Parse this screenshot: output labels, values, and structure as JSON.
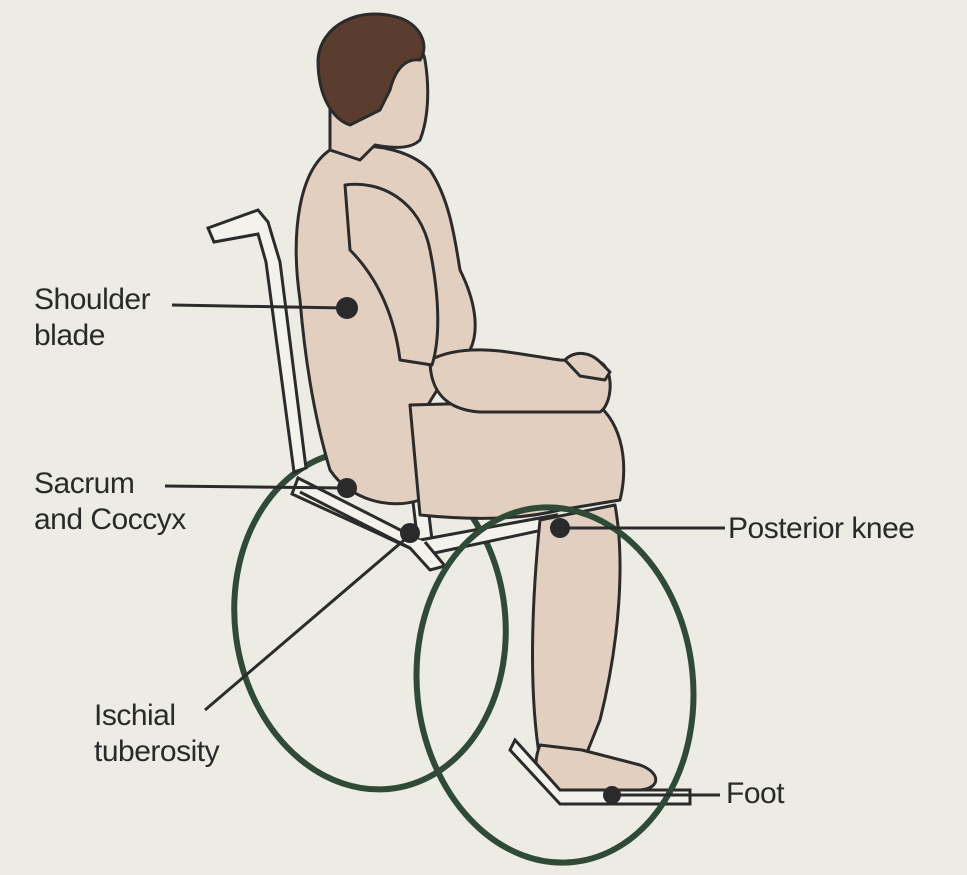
{
  "labels": {
    "shoulder_blade": {
      "line1": "Shoulder",
      "line2": "blade"
    },
    "sacrum": {
      "line1": "Sacrum",
      "line2": "and Coccyx"
    },
    "ischial": {
      "line1": "Ischial",
      "line2": "tuberosity"
    },
    "posterior_knee": "Posterior knee",
    "foot": "Foot"
  },
  "colors": {
    "background": "#ecebe4",
    "skin": "#e3cfc0",
    "hair": "#5a3d2e",
    "outline": "#2b2b2b",
    "wheel": "#2f4a36",
    "pressure_point": "#2a2a2a"
  }
}
